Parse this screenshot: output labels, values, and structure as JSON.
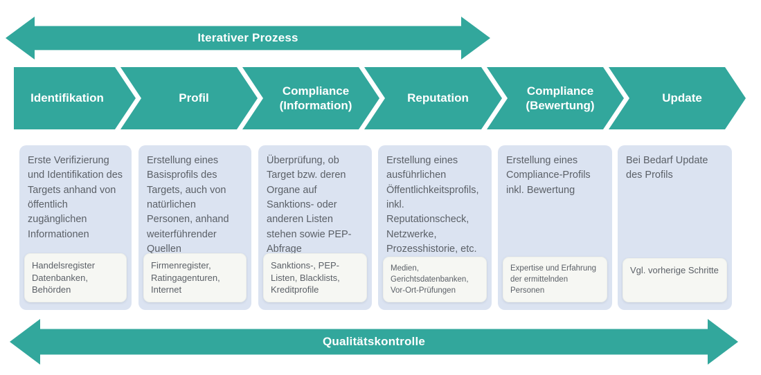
{
  "diagram": {
    "top_arrow_label": "Iterativer Prozess",
    "bottom_arrow_label": "Qualitätskontrolle"
  },
  "colors": {
    "teal_accent": "#32a79c",
    "card_background": "#dbe3f1",
    "source_box_background": "#f6f7f3",
    "body_text": "#5b6067",
    "step_label_text": "#ffffff"
  },
  "steps": [
    {
      "label": "Identifikation",
      "description": "Erste Verifizierung und Identifikation des Targets anhand von öffentlich zugänglichen Informationen",
      "sources": "Handelsregister Datenbanken, Behörden"
    },
    {
      "label": "Profil",
      "description": "Erstellung eines Basisprofils des Targets, auch von natürlichen Personen, anhand weiterführender Quellen",
      "sources": "Firmenregister, Ratingagenturen, Internet"
    },
    {
      "label": "Compliance (Information)",
      "description": "Überprüfung, ob Target bzw. deren Organe auf Sanktions- oder anderen Listen stehen sowie PEP-Abfrage",
      "sources": "Sanktions-, PEP-Listen, Blacklists, Kreditprofile"
    },
    {
      "label": "Reputation",
      "description": "Erstellung eines ausführlichen Öffentlichkeitsprofils, inkl. Reputationscheck, Netzwerke, Prozesshistorie, etc.",
      "sources": "Medien, Gerichtsdatenbanken, Vor-Ort-Prüfungen"
    },
    {
      "label": "Compliance (Bewertung)",
      "description": "Erstellung eines Compliance-Profils inkl. Bewertung",
      "sources": "Expertise und Erfahrung der ermittelnden Personen"
    },
    {
      "label": "Update",
      "description": "Bei Bedarf Update des Profils",
      "sources": "Vgl. vorherige Schritte"
    }
  ]
}
